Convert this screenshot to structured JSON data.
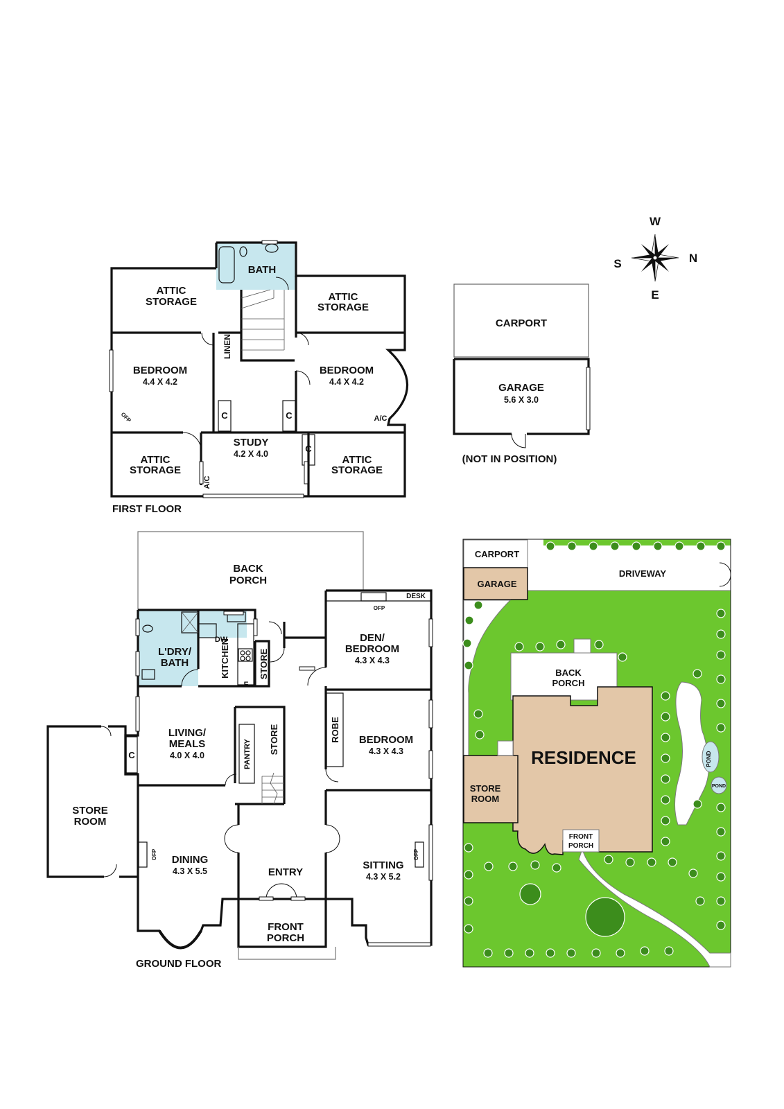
{
  "compass": {
    "north": "N",
    "south": "S",
    "east": "E",
    "west": "W"
  },
  "first_floor": {
    "title": "FIRST FLOOR",
    "bath": "BATH",
    "attic_storage_line1": "ATTIC",
    "attic_storage_line2": "STORAGE",
    "bedroom_west": {
      "name": "BEDROOM",
      "size": "4.4 X 4.2"
    },
    "bedroom_east": {
      "name": "BEDROOM",
      "size": "4.4 X 4.2"
    },
    "linen": "LINEN",
    "cupboard": "C",
    "study": {
      "name": "STUDY",
      "size": "4.2 X 4.0"
    },
    "ofp": "OFP",
    "ac": "A/C"
  },
  "garage_block": {
    "carport": "CARPORT",
    "garage": {
      "name": "GARAGE",
      "size": "5.6 X 3.0"
    },
    "note": "(NOT IN POSITION)"
  },
  "ground_floor": {
    "title": "GROUND FLOOR",
    "back_porch_line1": "BACK",
    "back_porch_line2": "PORCH",
    "laundry_line1": "L'DRY/",
    "laundry_line2": "BATH",
    "dw": "DW",
    "kitchen": "KITCHEN",
    "fridge": "F",
    "store": "STORE",
    "den_line1": "DEN/",
    "den_line2": "BEDROOM",
    "den_size": "4.3 X 4.3",
    "desk": "DESK",
    "ofp": "OFP",
    "living_line1": "LIVING/",
    "living_line2": "MEALS",
    "living_size": "4.0 X 4.0",
    "cupboard": "C",
    "pantry": "PANTRY",
    "robe": "ROBE",
    "bedroom": {
      "name": "BEDROOM",
      "size": "4.3 X 4.3"
    },
    "store_room_line1": "STORE",
    "store_room_line2": "ROOM",
    "dining": {
      "name": "DINING",
      "size": "4.3 X 5.5"
    },
    "entry": "ENTRY",
    "sitting": {
      "name": "SITTING",
      "size": "4.3 X 5.2"
    },
    "front_porch_line1": "FRONT",
    "front_porch_line2": "PORCH"
  },
  "site_plan": {
    "carport": "CARPORT",
    "garage": "GARAGE",
    "driveway": "DRIVEWAY",
    "back_porch_line1": "BACK",
    "back_porch_line2": "PORCH",
    "residence": "RESIDENCE",
    "store_room_line1": "STORE",
    "store_room_line2": "ROOM",
    "front_porch_line1": "FRONT",
    "front_porch_line2": "PORCH",
    "pond": "POND",
    "colors": {
      "lawn": "#6cc72e",
      "trees": "#3c8d1c",
      "building": "#e3c7a8",
      "wet_area": "#c7e7ee"
    }
  }
}
